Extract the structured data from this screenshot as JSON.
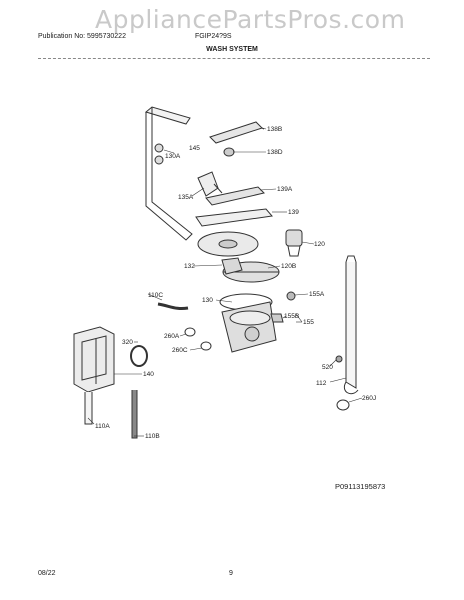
{
  "header": {
    "publication": "Publication No: 5995730222",
    "model": "FGIP24?9S",
    "watermark": "AppliancePartsPros.com",
    "section_title": "WASH SYSTEM"
  },
  "callouts": [
    "138B",
    "145",
    "130A",
    "138D",
    "135A",
    "139A",
    "139",
    "120",
    "132",
    "120B",
    "110C",
    "130",
    "155A",
    "155B",
    "155",
    "320",
    "260A",
    "260C",
    "140",
    "520",
    "112",
    "260J",
    "110A",
    "110B"
  ],
  "figure_id": "P09113195873",
  "footer": {
    "date": "08/22",
    "page": "9"
  }
}
